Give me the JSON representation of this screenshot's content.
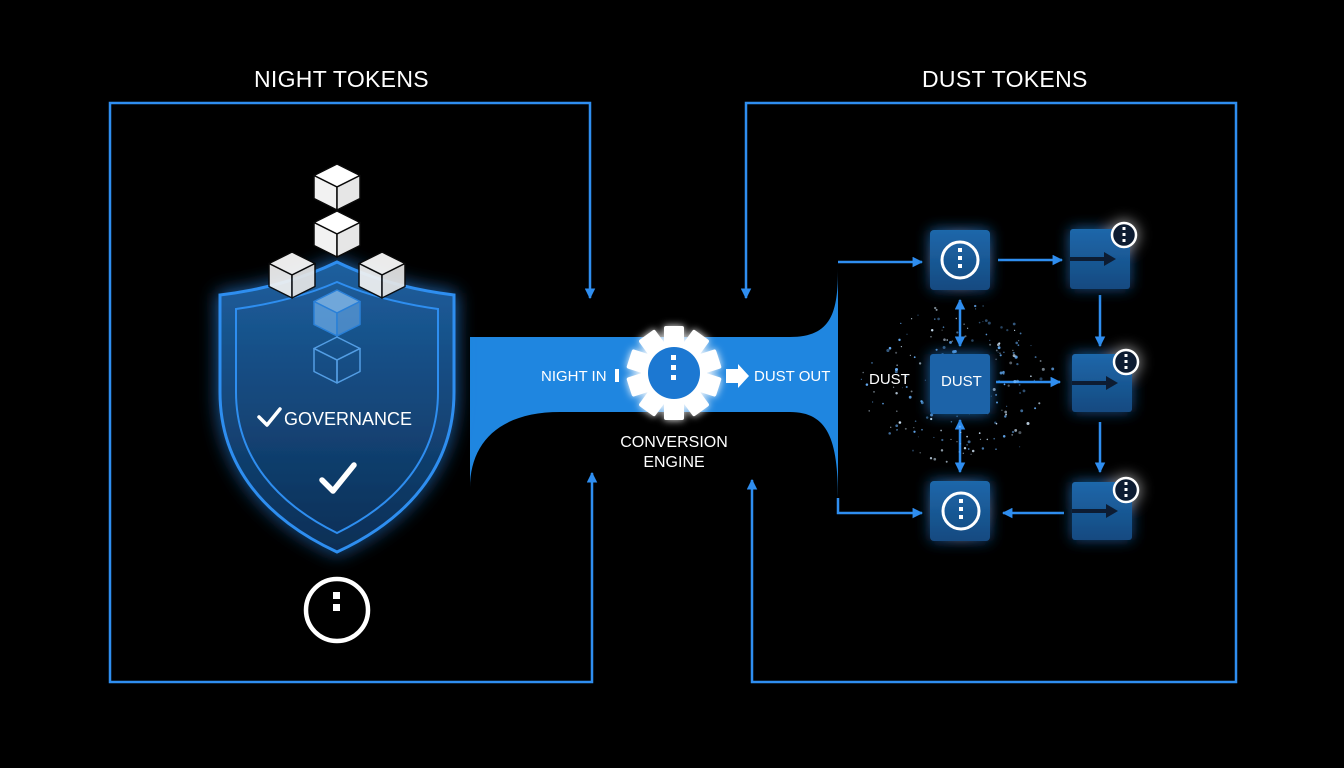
{
  "titles": {
    "night": "NIGHT TOKENS",
    "dust": "DUST TOKENS"
  },
  "shield": {
    "label": "GOVERNANCE",
    "check_icon": "check-icon",
    "cube_icon": "cube-icon"
  },
  "engine": {
    "input_label": "NIGHT IN",
    "output_label": "DUST OUT",
    "name_line1": "CONVERSION",
    "name_line2": "ENGINE",
    "icon": "gear-icon"
  },
  "dust_network": {
    "outer_label": "DUST",
    "center_label": "DUST",
    "node_icon": "info-icon"
  },
  "colors": {
    "accent": "#2f8ef0",
    "channel": "#1f86e0",
    "node_fill": "#1b5d9c",
    "background": "#000000"
  }
}
